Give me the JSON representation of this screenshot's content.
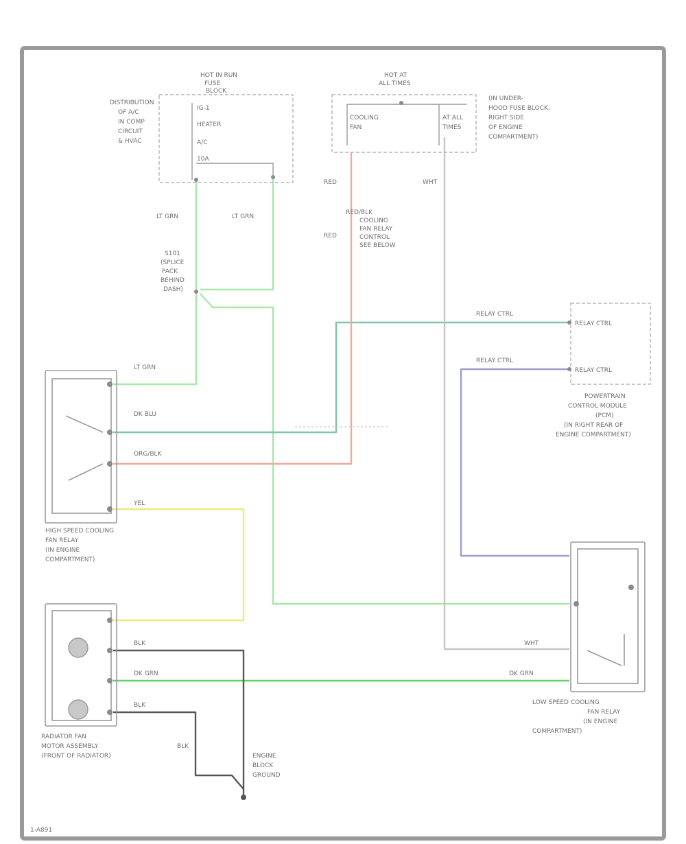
{
  "diagram": {
    "figure_id": "1-A891",
    "components": {
      "hot_fuse_block": {
        "label_lines": [
          "HOT IN RUN",
          "FUSE",
          "BLOCK"
        ],
        "pin_labels": [
          "IG-1",
          "HEATER",
          "A/C",
          "10A"
        ],
        "left_notes": [
          "DISTRIBUTION",
          "OF A/C",
          "IN COMP",
          "CIRCUIT",
          "& HVAC"
        ]
      },
      "hot_at_all_times": {
        "label_lines": [
          "HOT AT",
          "ALL TIMES"
        ],
        "pin_labels": [
          "COOLING",
          "FAN",
          "AT ALL",
          "TIMES"
        ],
        "right_notes": [
          "(IN UNDER-",
          "HOOD FUSE BLOCK,",
          "RIGHT SIDE",
          "OF ENGINE",
          "COMPARTMENT)"
        ]
      },
      "pressure_switch": {
        "label_lines": [
          "HIGH SPEED COOLING",
          "FAN RELAY",
          "(IN ENGINE",
          "COMPARTMENT)"
        ]
      },
      "cooling_fan_module": {
        "label_lines": [
          "RADIATOR FAN",
          "MOTOR ASSEMBLY",
          "(FRONT OF RADIATOR)"
        ]
      },
      "low_speed_relay": {
        "label_lines": [
          "LOW SPEED COOLING",
          "FAN RELAY",
          "(IN ENGINE",
          "COMPARTMENT)"
        ]
      },
      "pcm": {
        "label_lines": [
          "POWERTRAIN",
          "CONTROL MODULE",
          "(PCM)",
          "(IN RIGHT REAR OF",
          "ENGINE COMPARTMENT)"
        ],
        "pins": [
          "RELAY CTRL",
          "RELAY CTRL"
        ]
      },
      "ground": {
        "label_lines": [
          "ENGINE",
          "BLOCK",
          "GROUND"
        ]
      },
      "splice": {
        "label_lines": [
          "S101",
          "(SPLICE",
          "PACK",
          "BEHIND",
          "DASH)"
        ]
      }
    },
    "wire_labels": {
      "lt_green_1": "LT GRN",
      "lt_green_2": "LT GRN",
      "lt_green_3": "LT GRN",
      "dk_blue": "DK BLU",
      "red_1": "RED",
      "red_2": "RED",
      "red_note": "RED/BLK",
      "cooling_note": [
        "COOLING",
        "FAN RELAY",
        "CONTROL",
        "SEE BELOW"
      ],
      "yel": "YEL",
      "blk_1": "BLK",
      "blk_2": "BLK",
      "blk_3": "BLK",
      "dk_grn_1": "DK GRN",
      "dk_grn_2": "DK GRN",
      "org_blk": "ORG/BLK",
      "relay_ctrl_1": "RELAY CTRL",
      "relay_ctrl_2": "RELAY CTRL",
      "wht_1": "WHT",
      "wht_2": "WHT"
    },
    "colors": {
      "lt_green": "#a6e8a6",
      "dk_green": "#62d062",
      "teal": "#7fc4ab",
      "red": "#f0a99b",
      "yellow": "#ecec7a",
      "purple": "#9c9ccf",
      "black": "#444444",
      "gray": "#bdbdbd",
      "border": "#9a9a9a"
    }
  }
}
